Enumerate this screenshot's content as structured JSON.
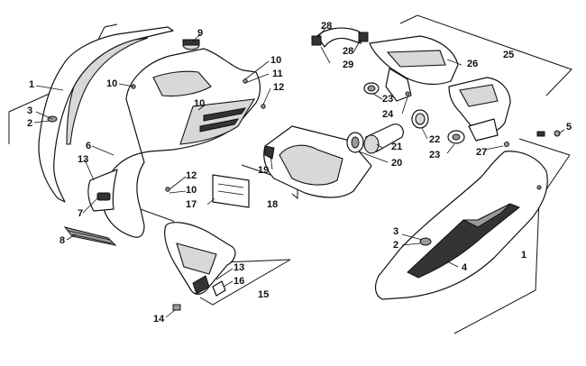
{
  "diagram": {
    "callouts": {
      "c1_left": "1",
      "c3_left": "3",
      "c2_left": "2",
      "c9": "9",
      "c10_a": "10",
      "c10_b": "10",
      "c10_c": "10",
      "c10_d": "10",
      "c11": "11",
      "c12_a": "12",
      "c12_b": "12",
      "c6": "6",
      "c13_a": "13",
      "c13_b": "13",
      "c7": "7",
      "c8": "8",
      "c17": "17",
      "c18": "18",
      "c19": "19",
      "c14": "14",
      "c16": "16",
      "c15": "15",
      "c28_a": "28",
      "c28_b": "28",
      "c29": "29",
      "c23_a": "23",
      "c23_b": "23",
      "c24": "24",
      "c26": "26",
      "c25": "25",
      "c21": "21",
      "c20": "20",
      "c22": "22",
      "c27": "27",
      "c5": "5",
      "c3_right": "3",
      "c2_right": "2",
      "c4": "4",
      "c1_right": "1"
    }
  }
}
